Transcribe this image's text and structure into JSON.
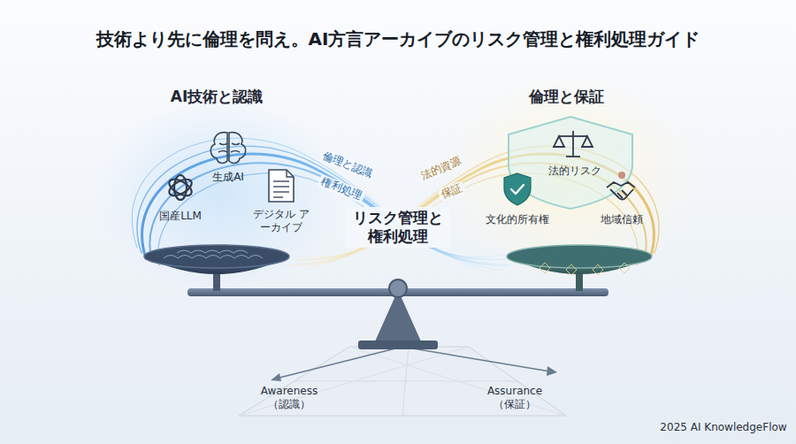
{
  "diagram": {
    "title": "技術より先に倫理を問え。AI方言アーカイブのリスク管理と権利処理ガイド",
    "labels": [
      "AI技術と認識",
      "倫理と保証",
      "生成AI",
      "国産LLM",
      "デジタル アーカイブ",
      "倫理と認識",
      "権利処理",
      "リスク管理と 権利処理",
      "法的資源",
      "保証",
      "法的リスク",
      "文化的所有権",
      "地域信頼",
      "Awareness （認識）",
      "Assurance （保証）",
      "2025 AI KnowledgeFlow"
    ]
  }
}
